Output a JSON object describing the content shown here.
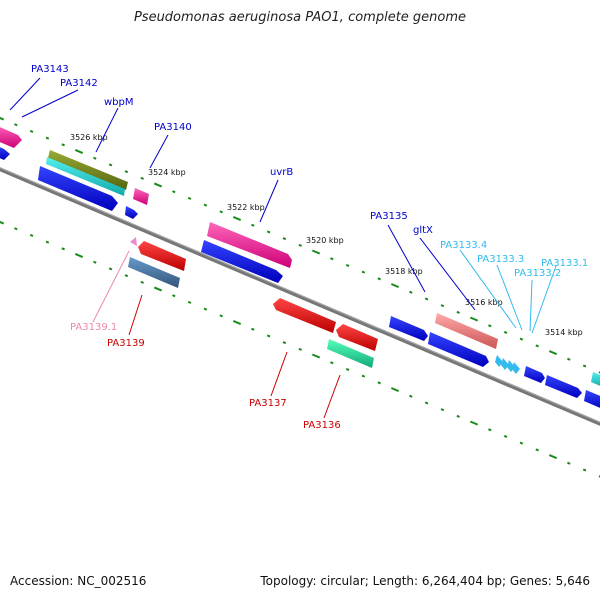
{
  "title": "Pseudomonas aeruginosa PAO1, complete genome",
  "footer": {
    "accession": "Accession: NC_002516",
    "summary": "Topology: circular; Length: 6,264,404 bp; Genes: 5,646"
  },
  "colors": {
    "backbone": "#777777",
    "tick": "#1a8a1a",
    "label_forward": "#0000cc",
    "label_reverse": "#cc0000",
    "label_light": "#22aadd",
    "label_pink": "#ee88aa"
  },
  "ruler_ticks": [
    {
      "label": "3526 kbp"
    },
    {
      "label": "3524 kbp"
    },
    {
      "label": "3522 kbp"
    },
    {
      "label": "3520 kbp"
    },
    {
      "label": "3518 kbp"
    },
    {
      "label": "3516 kbp"
    },
    {
      "label": "3514 kbp"
    }
  ],
  "gene_labels": [
    {
      "name": "PA3143",
      "strand": "forward"
    },
    {
      "name": "PA3142",
      "strand": "forward"
    },
    {
      "name": "wbpM",
      "strand": "forward"
    },
    {
      "name": "PA3140",
      "strand": "forward"
    },
    {
      "name": "uvrB",
      "strand": "forward"
    },
    {
      "name": "PA3135",
      "strand": "forward"
    },
    {
      "name": "gltX",
      "strand": "forward"
    },
    {
      "name": "PA3133.4",
      "strand": "forward"
    },
    {
      "name": "PA3133.3",
      "strand": "forward"
    },
    {
      "name": "PA3133.2",
      "strand": "forward"
    },
    {
      "name": "PA3133.1",
      "strand": "forward"
    },
    {
      "name": "PA3139.1",
      "strand": "reverse"
    },
    {
      "name": "PA3139",
      "strand": "reverse"
    },
    {
      "name": "PA3137",
      "strand": "reverse"
    },
    {
      "name": "PA3136",
      "strand": "reverse"
    }
  ]
}
